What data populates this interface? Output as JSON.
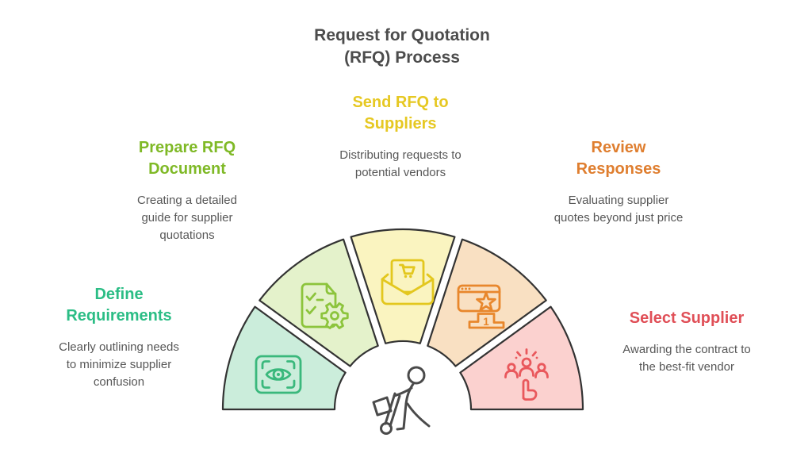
{
  "title": {
    "text": "Request for Quotation (RFQ) Process",
    "lines": [
      "Request for Quotation",
      "(RFQ) Process"
    ],
    "color": "#4c4c4c"
  },
  "steps": [
    {
      "id": "define-requirements",
      "title": "Define Requirements",
      "title_lines": [
        "Define",
        "Requirements"
      ],
      "description": "Clearly outlining needs to minimize supplier confusion",
      "desc_lines": [
        "Clearly outlining needs",
        "to minimize supplier",
        "confusion"
      ],
      "accent_color": "#2bbd85",
      "segment_fill": "#cbeddb",
      "icon": "eye-scan-icon",
      "icon_color": "#3ab87c"
    },
    {
      "id": "prepare-rfq-document",
      "title": "Prepare RFQ Document",
      "title_lines": [
        "Prepare RFQ",
        "Document"
      ],
      "description": "Creating a detailed guide for supplier quotations",
      "desc_lines": [
        "Creating a detailed",
        "guide for supplier",
        "quotations"
      ],
      "accent_color": "#7fb926",
      "segment_fill": "#e4f2cb",
      "icon": "document-checklist-gear-icon",
      "icon_color": "#8cc43c"
    },
    {
      "id": "send-rfq-to-suppliers",
      "title": "Send RFQ to Suppliers",
      "title_lines": [
        "Send RFQ to",
        "Suppliers"
      ],
      "description": "Distributing requests to potential vendors",
      "desc_lines": [
        "Distributing requests to",
        "potential vendors"
      ],
      "accent_color": "#e6c822",
      "segment_fill": "#faf4c0",
      "icon": "envelope-cart-icon",
      "icon_color": "#e3c71e"
    },
    {
      "id": "review-responses",
      "title": "Review Responses",
      "title_lines": [
        "Review",
        "Responses"
      ],
      "description": "Evaluating supplier quotes beyond just price",
      "desc_lines": [
        "Evaluating supplier",
        "quotes beyond just price"
      ],
      "accent_color": "#df7e2f",
      "segment_fill": "#f9e0c2",
      "icon": "winner-podium-browser-icon",
      "icon_label": "1",
      "icon_color": "#e8872c"
    },
    {
      "id": "select-supplier",
      "title": "Select Supplier",
      "title_lines": [
        "Select Supplier"
      ],
      "description": "Awarding the contract to the best-fit vendor",
      "desc_lines": [
        "Awarding the contract to",
        "the best-fit vendor"
      ],
      "accent_color": "#e04f57",
      "segment_fill": "#fbd1cf",
      "icon": "team-selection-icon",
      "icon_color": "#e9585c"
    }
  ],
  "center_figure": {
    "icon": "person-pushing-cart-icon",
    "color": "#4a4a4a"
  },
  "wheel": {
    "outline_color": "#333333",
    "background": "#ffffff"
  }
}
